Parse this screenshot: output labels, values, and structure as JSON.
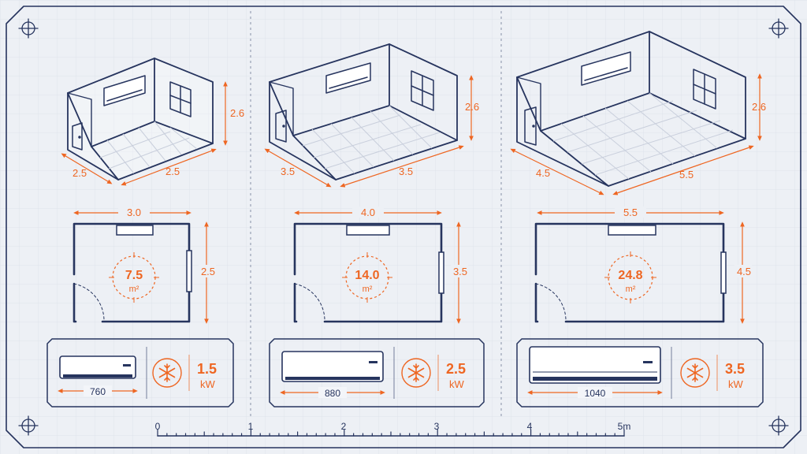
{
  "colors": {
    "background": "#edf0f5",
    "ink": "#26345e",
    "accent": "#ee6622",
    "grid": "#d9dee8"
  },
  "columns": [
    {
      "iso": {
        "depth": "2.5",
        "width": "2.5",
        "height": "2.6"
      },
      "plan": {
        "width": "3.0",
        "depth": "2.5",
        "area_value": "7.5",
        "area_unit": "m²"
      },
      "unit": {
        "width_mm": "760",
        "power_value": "1.5",
        "power_unit": "kW",
        "icon": "snowflake-icon"
      }
    },
    {
      "iso": {
        "depth": "3.5",
        "width": "3.5",
        "height": "2.6"
      },
      "plan": {
        "width": "4.0",
        "depth": "3.5",
        "area_value": "14.0",
        "area_unit": "m²"
      },
      "unit": {
        "width_mm": "880",
        "power_value": "2.5",
        "power_unit": "kW",
        "icon": "snowflake-icon"
      }
    },
    {
      "iso": {
        "depth": "4.5",
        "width": "5.5",
        "height": "2.6"
      },
      "plan": {
        "width": "5.5",
        "depth": "4.5",
        "area_value": "24.8",
        "area_unit": "m²"
      },
      "unit": {
        "width_mm": "1040",
        "power_value": "3.5",
        "power_unit": "kW",
        "icon": "snowflake-icon"
      }
    }
  ],
  "scale": {
    "labels": [
      "0",
      "1",
      "2",
      "3",
      "4",
      "5m"
    ]
  }
}
